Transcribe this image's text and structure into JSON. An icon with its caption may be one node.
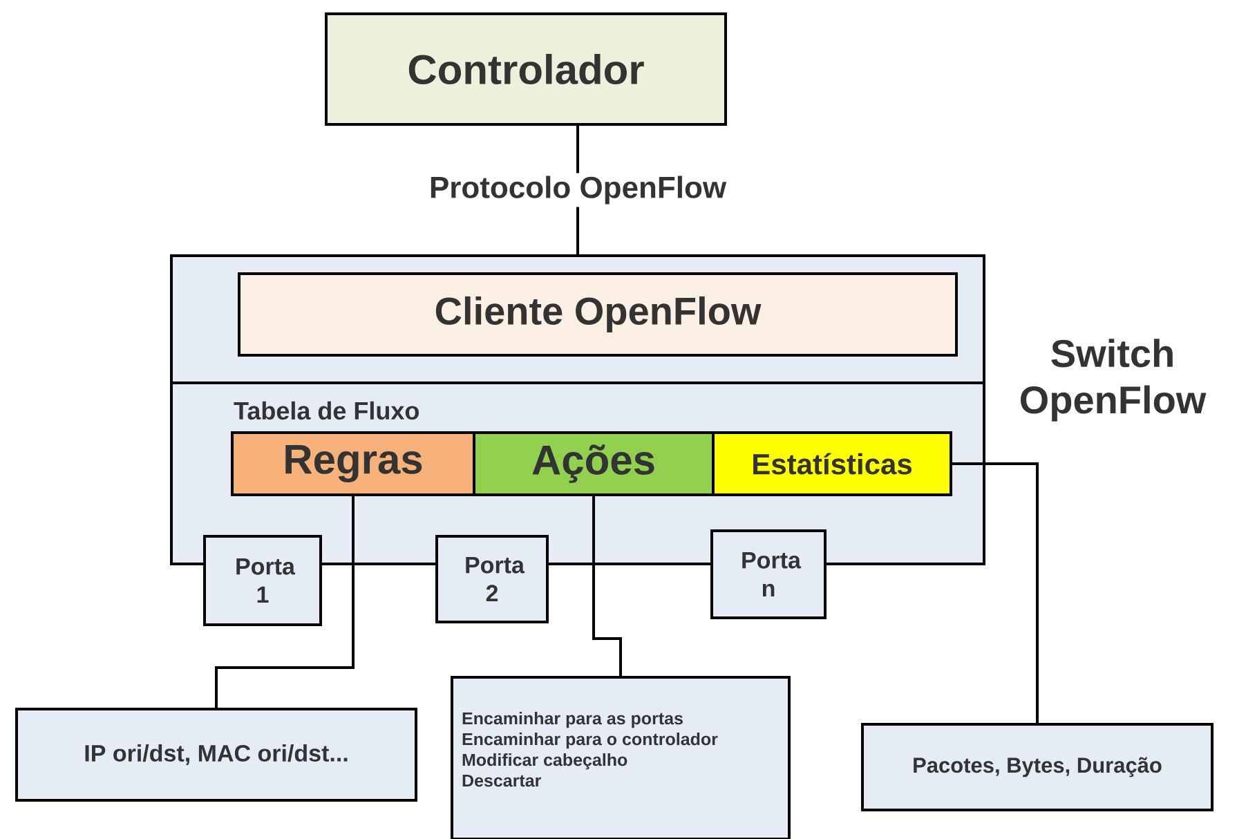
{
  "diagram": {
    "nodes": [
      {
        "text": [
          "Controlador"
        ]
      },
      {
        "text": [
          "Switch OpenFlow"
        ]
      },
      {
        "text": [
          "Cliente OpenFlow"
        ],
        "in": 1
      },
      {
        "text": [
          "Regras"
        ],
        "in": 1
      },
      {
        "text": [
          "Ações"
        ],
        "in": 1
      },
      {
        "text": [
          "Estatísticas"
        ],
        "in": 1
      },
      {
        "text": [
          "Porta 1"
        ]
      },
      {
        "text": [
          "Porta 2"
        ]
      },
      {
        "text": [
          "Porta n"
        ]
      },
      {
        "text": [
          "IP ori/dst, MAC ori/dst..."
        ]
      },
      {
        "text": [
          "Encaminhar para as portas",
          "Encaminhar para o controlador",
          "Modificar cabeçalho",
          "Descartar"
        ]
      },
      {
        "text": [
          "Pacotes, Bytes, Duração"
        ]
      }
    ],
    "edges": [
      {
        "from": 0,
        "to": 1,
        "arrow": "none",
        "label": "Protocolo OpenFlow"
      },
      {
        "from": 3,
        "to": 9,
        "arrow": "none"
      },
      {
        "from": 4,
        "to": 10,
        "arrow": "none"
      },
      {
        "from": 5,
        "to": 11,
        "arrow": "none"
      }
    ],
    "labels": [
      "Tabela de Fluxo"
    ]
  }
}
